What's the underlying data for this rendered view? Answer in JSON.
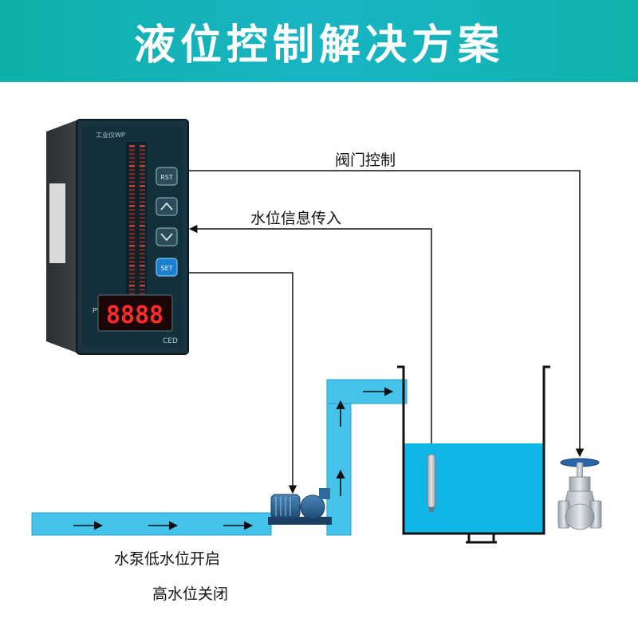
{
  "header": {
    "title": "液位控制解决方案"
  },
  "labels": {
    "valve_control": "阀门控制",
    "level_input": "水位信息传入",
    "pump_line1": "水泵低水位开启",
    "pump_line2": "高水位关闭"
  },
  "controller": {
    "brand": "工业仪WP",
    "buttons": [
      "RST",
      "",
      "",
      "SET"
    ],
    "pv_label": "PV",
    "display": "8888",
    "badge": "CED"
  },
  "colors": {
    "header": "#19b4c4",
    "water": "#0fb6e8",
    "pipe": "#45c3ea",
    "display_red": "#ff2a2a",
    "panel": "#16303a"
  }
}
